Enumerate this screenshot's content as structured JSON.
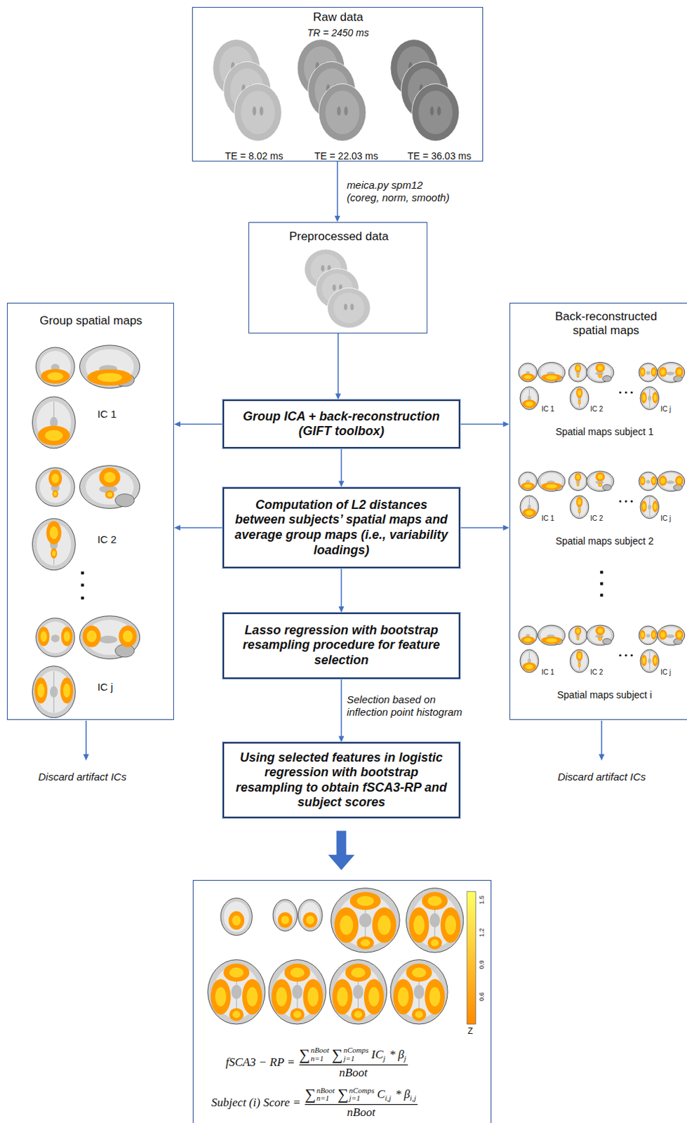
{
  "diagram": {
    "nodes": [
      {
        "text": [
          "Raw data",
          "TR = 2450 ms",
          "TE = 8.02 ms",
          "TE = 22.03 ms",
          "TE = 36.03 ms"
        ]
      },
      {
        "text": [
          "Preprocessed data"
        ]
      },
      {
        "text": [
          "Group spatial maps",
          "IC 1",
          "IC 2",
          "IC j"
        ]
      },
      {
        "text": [
          "Group ICA + back-reconstruction (GIFT toolbox)"
        ]
      },
      {
        "text": [
          "Back-reconstructed spatial maps",
          "IC 1",
          "IC 2",
          "IC j",
          "Spatial maps subject 1",
          "IC 1",
          "IC 2",
          "IC j",
          "Spatial maps subject 2",
          "IC 1",
          "IC 2",
          "IC j",
          "Spatial maps subject i"
        ]
      },
      {
        "text": [
          "Computation of L2 distances between subjects’ spatial maps and average group maps (i.e., variability loadings)"
        ]
      },
      {
        "text": [
          "Lasso regression with bootstrap resampling procedure for feature selection"
        ]
      },
      {
        "text": [
          "Using selected features in logistic regression with bootstrap resampling to obtain fSCA3-RP and subject scores"
        ]
      },
      {
        "text": [
          "1.5",
          "1.2",
          "0.9",
          "0.6",
          "Z",
          "fSCA3 − RP =",
          "∑",
          "nBoot",
          "n=1",
          "∑",
          "nComps",
          "j=1",
          "IC",
          "j",
          "*",
          "β",
          "j",
          "nBoot",
          "Subject (i) Score =",
          "∑",
          "nBoot",
          "n=1",
          "∑",
          "nComps",
          "j=1",
          "C",
          "i,j",
          "*",
          "β",
          "i,j",
          "nBoot"
        ]
      }
    ],
    "edges": [
      {
        "from": 0,
        "to": 1,
        "arrow": "to",
        "label": "meica.py spm12 (coreg, norm, smooth)"
      },
      {
        "from": 1,
        "to": 3,
        "arrow": "to"
      },
      {
        "from": 3,
        "to": 2,
        "arrow": "to"
      },
      {
        "from": 3,
        "to": 4,
        "arrow": "to"
      },
      {
        "from": 3,
        "to": 5,
        "arrow": "to"
      },
      {
        "from": 5,
        "to": 2,
        "arrow": "to"
      },
      {
        "from": 5,
        "to": 4,
        "arrow": "to"
      },
      {
        "from": 5,
        "to": 6,
        "arrow": "to"
      },
      {
        "from": 6,
        "to": 7,
        "arrow": "to",
        "label": "Selection based on inflection point histogram"
      },
      {
        "from": 7,
        "to": 8,
        "arrow": "to"
      }
    ],
    "labels": [
      "Discard artifact ICs",
      "Discard artifact ICs"
    ]
  }
}
